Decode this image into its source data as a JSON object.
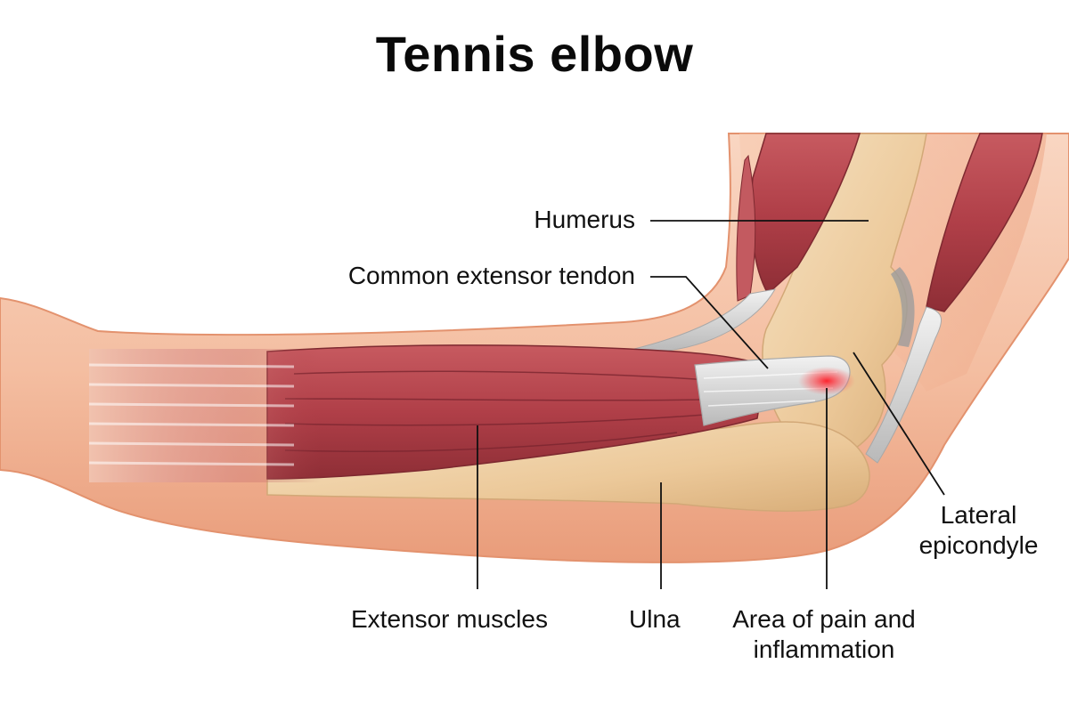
{
  "title": "Tennis elbow",
  "labels": {
    "humerus": "Humerus",
    "common_extensor_tendon": "Common extensor tendon",
    "lateral_epicondyle_line1": "Lateral",
    "lateral_epicondyle_line2": "epicondyle",
    "extensor_muscles": "Extensor muscles",
    "ulna": "Ulna",
    "pain_area_line1": "Area of pain and",
    "pain_area_line2": "inflammation"
  },
  "colors": {
    "skin": "#f2b99a",
    "skin_light": "#f8d3bd",
    "bone": "#efd3a8",
    "muscle": "#b9474f",
    "muscle_dark": "#8a2b33",
    "tendon": "#d8d8d8",
    "inflammation": "#e5262f"
  }
}
